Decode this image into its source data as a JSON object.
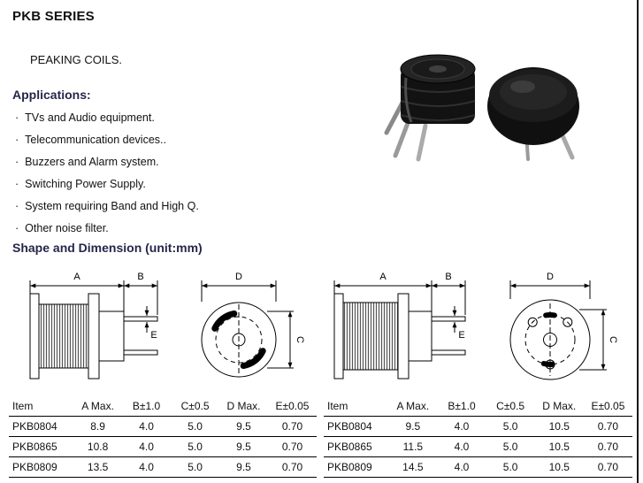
{
  "page": {
    "title": "PKB SERIES",
    "subtitle": "PEAKING COILS.",
    "bullet": "·"
  },
  "applications": {
    "heading": "Applications:",
    "items": [
      "TVs and Audio equipment.",
      "Telecommunication devices..",
      "Buzzers and Alarm system.",
      "Switching Power Supply.",
      "System requiring Band and High Q.",
      "Other noise filter."
    ]
  },
  "shape_section": {
    "heading": "Shape and Dimension (unit:mm)"
  },
  "drawings": {
    "dim_labels": {
      "A": "A",
      "B": "B",
      "C": "C",
      "D": "D",
      "E": "E"
    }
  },
  "tables": [
    {
      "headers": [
        "Item",
        "A Max.",
        "B±1.0",
        "C±0.5",
        "D Max.",
        "E±0.05"
      ],
      "rows": [
        [
          "PKB0804",
          "8.9",
          "4.0",
          "5.0",
          "9.5",
          "0.70"
        ],
        [
          "PKB0865",
          "10.8",
          "4.0",
          "5.0",
          "9.5",
          "0.70"
        ],
        [
          "PKB0809",
          "13.5",
          "4.0",
          "5.0",
          "9.5",
          "0.70"
        ]
      ]
    },
    {
      "headers": [
        "Item",
        "A Max.",
        "B±1.0",
        "C±0.5",
        "D Max.",
        "E±0.05"
      ],
      "rows": [
        [
          "PKB0804",
          "9.5",
          "4.0",
          "5.0",
          "10.5",
          "0.70"
        ],
        [
          "PKB0865",
          "11.5",
          "4.0",
          "5.0",
          "10.5",
          "0.70"
        ],
        [
          "PKB0809",
          "14.5",
          "4.0",
          "5.0",
          "10.5",
          "0.70"
        ]
      ]
    }
  ]
}
